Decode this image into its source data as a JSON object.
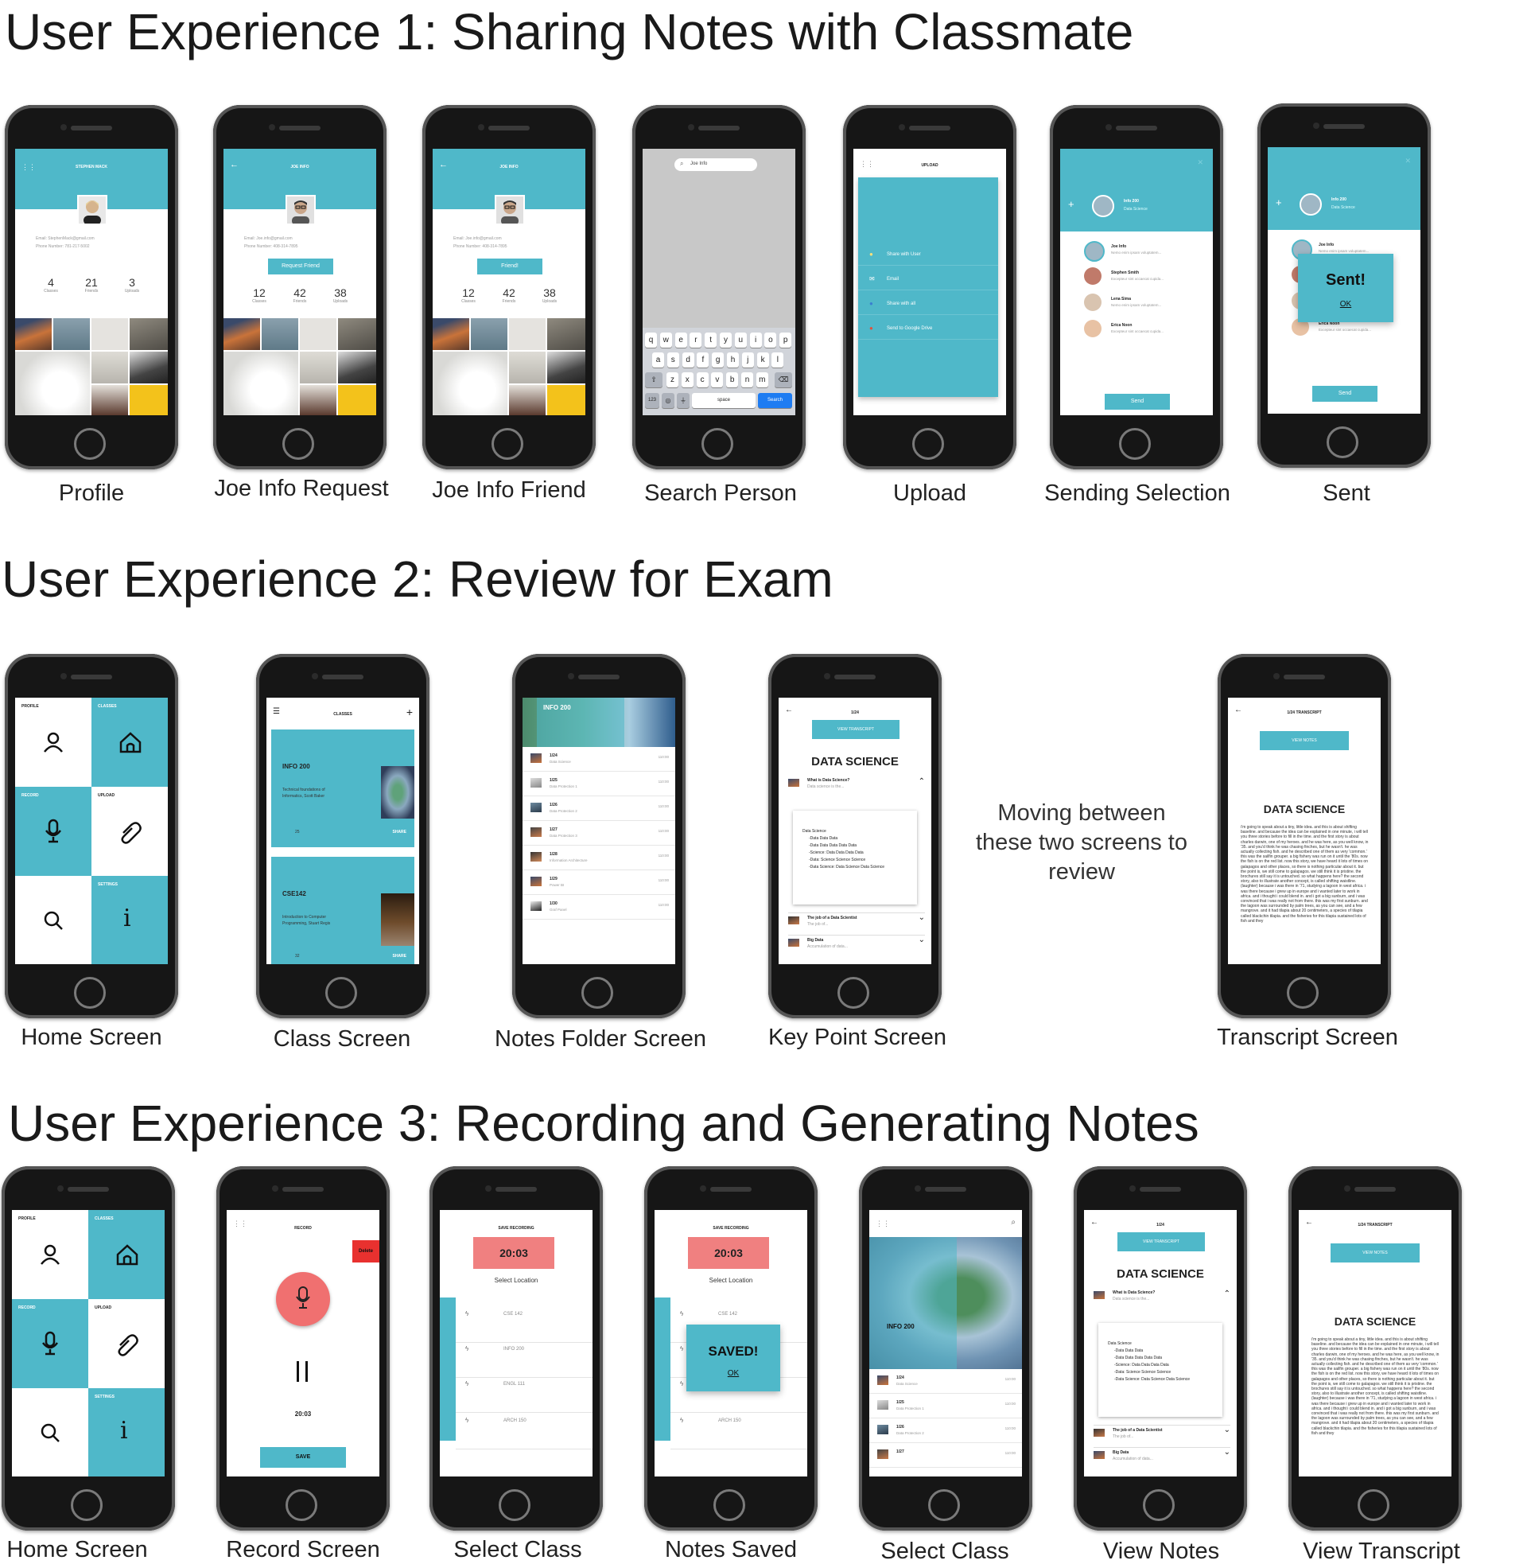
{
  "sections": {
    "ux1": "User Experience 1: Sharing Notes with Classmate",
    "ux2": "User Experience 2: Review for Exam",
    "ux3": "User Experience 3: Recording and Generating Notes"
  },
  "captions": {
    "profile": "Profile",
    "joe_request": "Joe Info Request",
    "joe_friend": "Joe Info Friend",
    "search_person": "Search Person",
    "upload": "Upload",
    "sending_selection": "Sending Selection",
    "sent": "Sent",
    "home": "Home Screen",
    "class": "Class Screen",
    "notes_folder": "Notes Folder Screen",
    "key_point": "Key Point Screen",
    "transcript": "Transcript Screen",
    "home3": "Home Screen",
    "record": "Record Screen",
    "select_class": "Select Class",
    "notes_saved": "Notes Saved",
    "select_class2": "Select Class",
    "view_notes": "View Notes",
    "view_transcript": "View Transcript"
  },
  "note_text": "Moving between these two screens to review",
  "colors": {
    "accent": "#4fb8c9",
    "time_box": "#f08080",
    "record_button": "#f07070",
    "delete": "#e8312f"
  },
  "profile": {
    "name": "STEPHEN MACK",
    "email": "Email: StephenMack@gmail.com",
    "phone": "Phone Number: 781-217-5002",
    "stats": [
      {
        "n": "4",
        "l": "Classes"
      },
      {
        "n": "21",
        "l": "Friends"
      },
      {
        "n": "3",
        "l": "Uploads"
      }
    ]
  },
  "joe": {
    "name": "JOE INFO",
    "email": "Email: Joe.info@gmail.com",
    "phone": "Phone Number: 408-314-7895",
    "request_btn": "Request Friend",
    "friend_btn": "Friend!",
    "stats": [
      {
        "n": "12",
        "l": "Classes"
      },
      {
        "n": "42",
        "l": "Friends"
      },
      {
        "n": "38",
        "l": "Uploads"
      }
    ]
  },
  "search": {
    "query": "Joe Info",
    "row1": [
      "q",
      "w",
      "e",
      "r",
      "t",
      "y",
      "u",
      "i",
      "o",
      "p"
    ],
    "row2": [
      "a",
      "s",
      "d",
      "f",
      "g",
      "h",
      "j",
      "k",
      "l"
    ],
    "row3": [
      "z",
      "x",
      "c",
      "v",
      "b",
      "n",
      "m"
    ],
    "key_123": "123",
    "space": "space",
    "search_key": "Search"
  },
  "upload": {
    "title": "UPLOAD",
    "options": [
      "Share with User",
      "Email",
      "Share with all",
      "Send to Google Drive"
    ]
  },
  "sending": {
    "class_name": "Info 200",
    "class_sub": "Data Science",
    "people": [
      {
        "name": "Joe Info",
        "sub": "Nemo enim ipsam voluptatem..."
      },
      {
        "name": "Stephen Smith",
        "sub": "Excepteur sint occaecat cupida..."
      },
      {
        "name": "Lena Sima",
        "sub": "Nemo enim ipsam voluptatem..."
      },
      {
        "name": "Erica Noon",
        "sub": "Excepteur sint occaecat cupida..."
      }
    ],
    "send_btn": "Send"
  },
  "sent": {
    "title": "Sent!",
    "ok": "OK"
  },
  "home": {
    "profile": "PROFILE",
    "classes": "CLASSES",
    "record": "RECORD",
    "upload": "UPLOAD",
    "settings": "SETTINGS"
  },
  "classes": {
    "title": "CLASSES",
    "cards": [
      {
        "name": "INFO 200",
        "desc": "Technical foundations of Informatics, Scott Baker",
        "count": "25",
        "share": "SHARE"
      },
      {
        "name": "CSE142",
        "desc": "Introduction to Computer Programming, Stuart Regis",
        "count": "32",
        "share": "SHARE"
      }
    ]
  },
  "notes_folder": {
    "title": "INFO 200",
    "notes": [
      {
        "date": "1/24",
        "sub": "Data Science",
        "time": "110:00"
      },
      {
        "date": "1/25",
        "sub": "Data Protection 1",
        "time": "110:00"
      },
      {
        "date": "1/26",
        "sub": "Data Protection 2",
        "time": "110:00"
      },
      {
        "date": "1/27",
        "sub": "Data Protection 3",
        "time": "110:00"
      },
      {
        "date": "1/28",
        "sub": "Information Architecture",
        "time": "110:00"
      },
      {
        "date": "1/29",
        "sub": "Power BI",
        "time": "110:00"
      },
      {
        "date": "1/30",
        "sub": "Graf Panel",
        "time": "110:00"
      }
    ]
  },
  "key_point": {
    "date": "1/24",
    "btn": "VIEW TRANSCRIPT",
    "heading": "DATA SCIENCE",
    "q1": "What is Data Science?",
    "q1_sub": "Data science is the...",
    "box_lines": [
      "Data Science",
      "-Data Data Data",
      "-Data Data Data Data Data",
      "-Science: Data Data Data Data",
      "-Data: Science Science Science",
      "-Data Science: Data Science Data Science"
    ],
    "q2": "The job of a Data Scientist",
    "q2_sub": "The job of...",
    "q3": "Big Data",
    "q3_sub": "Accumulation of data..."
  },
  "transcript": {
    "header": "1/24 TRANSCRIPT",
    "btn": "VIEW NOTES",
    "heading": "DATA SCIENCE",
    "body": "i'm going to speak about a tiny, little idea. and this is about shifting baseline. and because the idea can be explained in one minute, i will tell you three stories before to fill in the time. and the first story is about charles darwin, one of my heroes. and he was here, as you well know, in '35. and you'd think he was chasing finches, but he wasn't. he was actually collecting fish. and he described one of them as very 'common.' this was the sailfin grouper. a big fishery was run on it until the '80s. now the fish is on the red list. now this story, we have heard it lots of times on galapagos and other places, so there is nothing particular about it. but the point is, we still come to galapagos. we still think it is pristine. the brochures still say it is untouched. so what happens here? the second story, also to illustrate another concept, is called shifting waistline. (laughter) because i was there in '71, studying a lagoon in west africa. i was there because i grew up in europe and i wanted later to work in africa. and i thought i could blend in. and i got a big sunburn, and i was convinced that i was really not from there. this was my first sunburn. and the lagoon was surrounded by palm trees, as you can see, and a few mangrove. and it had tilapia about 20 centimeters, a species of tilapia called blackchin tilapia. and the fisheries for this tilapia sustained lots of fish and they"
  },
  "record": {
    "title": "RECORD",
    "delete": "Delete",
    "time": "20:03",
    "save": "SAVE"
  },
  "save_rec": {
    "title": "SAVE RECORDING",
    "time": "20:03",
    "select": "Select Location",
    "classes": [
      "CSE 142",
      "INFO 200",
      "ENGL 111",
      "ARCH 150"
    ],
    "saved": "SAVED!",
    "ok": "OK"
  },
  "select_class2": {
    "title": "INFO 200",
    "notes": [
      {
        "date": "1/24",
        "sub": "Data Science",
        "time": "110:00"
      },
      {
        "date": "1/25",
        "sub": "Data Protection 1",
        "time": "110:00"
      },
      {
        "date": "1/26",
        "sub": "Data Protection 2",
        "time": "110:00"
      },
      {
        "date": "1/27",
        "sub": "",
        "time": "110:00"
      }
    ]
  }
}
